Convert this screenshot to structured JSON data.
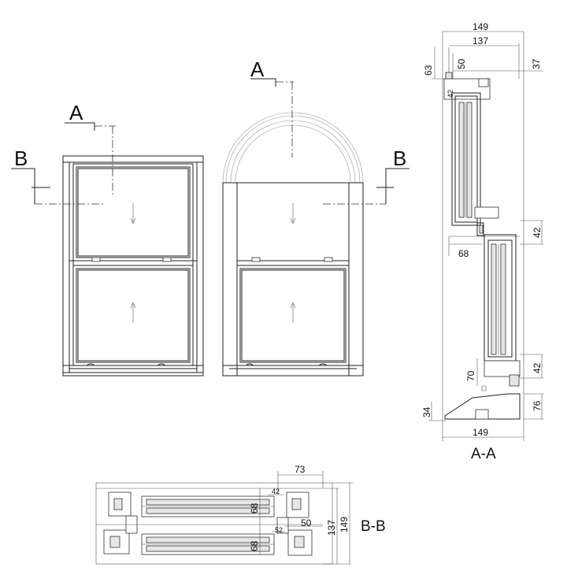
{
  "section_markers": {
    "a": "A",
    "b": "B"
  },
  "section_titles": {
    "aa": "A-A",
    "bb": "B-B"
  },
  "aa_dims": {
    "top_149": "149",
    "top_137": "137",
    "d50": "50",
    "d37": "37",
    "d63": "63",
    "d42_small": "42",
    "d42_mid": "42",
    "d68": "68",
    "d70": "70",
    "d42_low": "42",
    "d76": "76",
    "d34": "34",
    "bottom_149": "149"
  },
  "bb_dims": {
    "d73": "73",
    "d42": "42",
    "d68_top": "68",
    "d50": "50",
    "d52": "52",
    "d68_bottom": "68",
    "d137": "137",
    "d149": "149"
  }
}
